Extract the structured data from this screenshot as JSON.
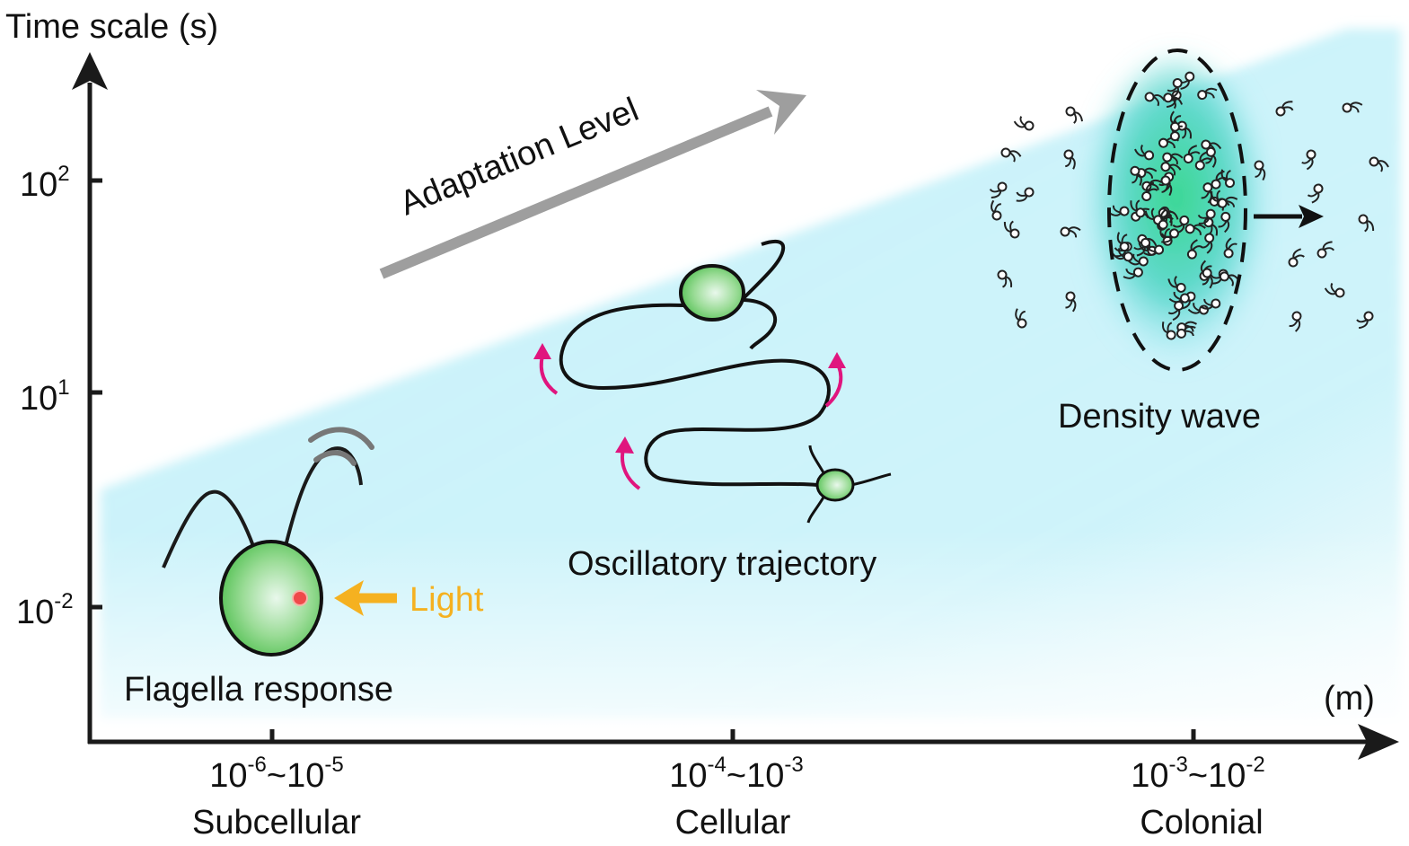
{
  "colors": {
    "axis": "#1a1a1a",
    "region": "#c6f1f9",
    "cell_fill": "#4fbf4f",
    "cell_highlight": "#e9f8ec",
    "eyespot": "#ef4a4a",
    "light": "#f5b120",
    "adaptation_arrow": "#9e9e9e",
    "curl_arrows": "#e0157e",
    "wave_glow": "#2fd685"
  },
  "axes": {
    "y_title": "Time scale (s)",
    "x_unit": "(m)",
    "y_ticks": [
      {
        "base": "10",
        "exp": "2"
      },
      {
        "base": "10",
        "exp": "1"
      },
      {
        "base": "10",
        "exp": "-2"
      }
    ],
    "x_ticks": [
      {
        "a_base": "10",
        "a_exp": "-6",
        "sep": "~",
        "b_base": "10",
        "b_exp": "-5",
        "label": "Subcellular"
      },
      {
        "a_base": "10",
        "a_exp": "-4",
        "sep": "~",
        "b_base": "10",
        "b_exp": "-3",
        "label": "Cellular"
      },
      {
        "a_base": "10",
        "a_exp": "-3",
        "sep": "~",
        "b_base": "10",
        "b_exp": "-2",
        "label": "Colonial"
      }
    ]
  },
  "annotations": {
    "adaptation": "Adaptation Level",
    "light": "Light",
    "flagella": "Flagella response",
    "oscillatory": "Oscillatory trajectory",
    "density": "Density wave"
  },
  "icons": {
    "cell": "green-alga-cell-icon",
    "swarm": "swimming-cell-icon"
  }
}
